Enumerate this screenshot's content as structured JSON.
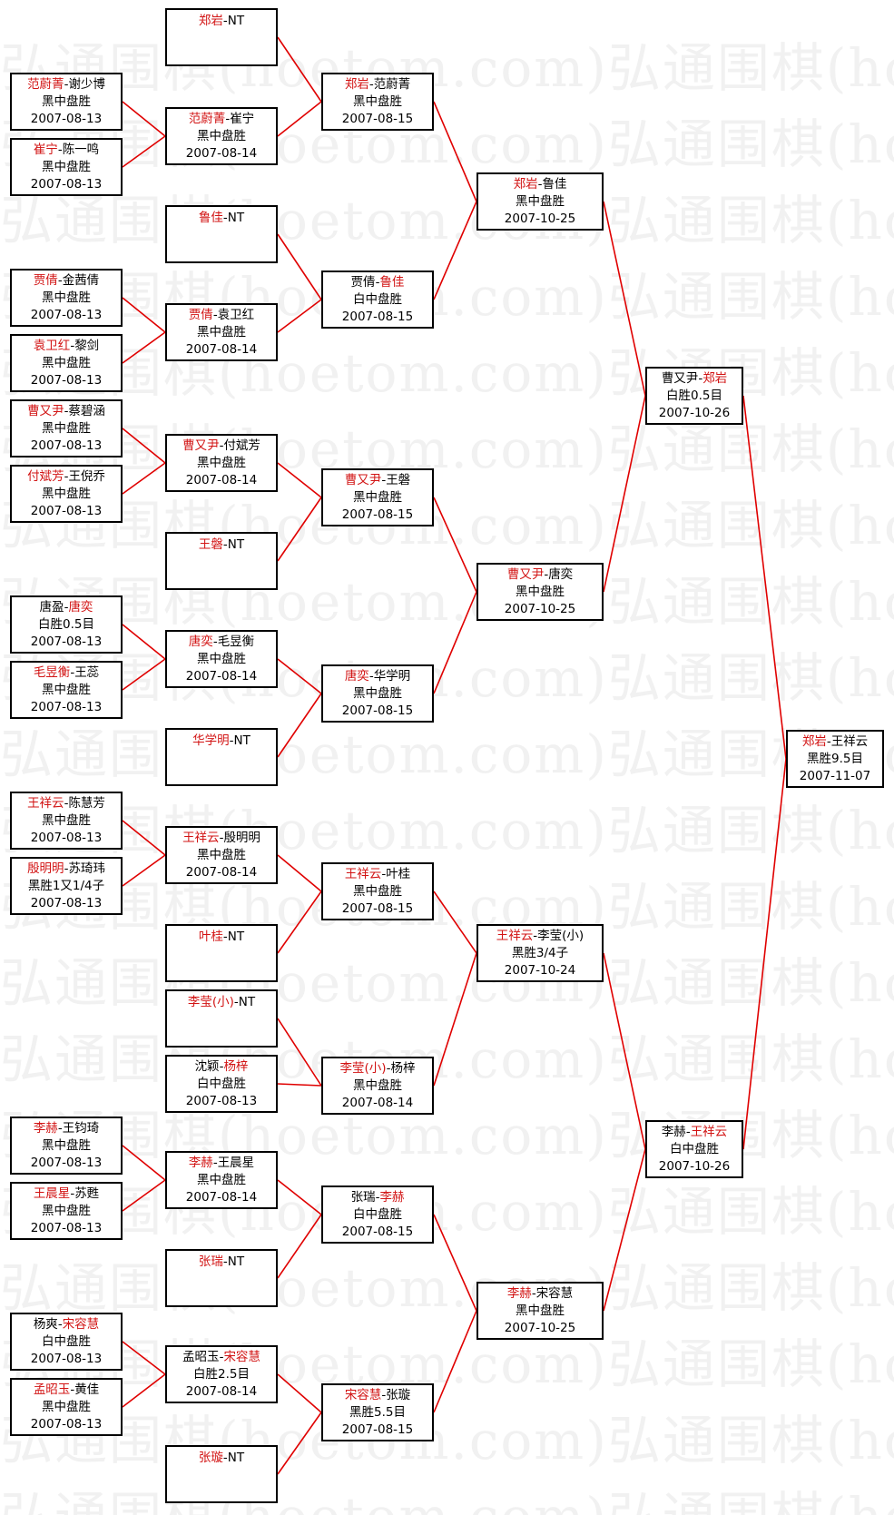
{
  "watermark": "弘通围棋(hoetom.com)弘通围棋(hoetom.com)",
  "colors": {
    "winner": "#d21414",
    "line": "#e00000",
    "box_border": "#000000",
    "watermark": "#f1f1f1"
  },
  "matches": [
    {
      "id": "r0_1",
      "p1": "范蔚菁",
      "p2": "谢少博",
      "w": 1,
      "res": "黑中盘胜",
      "date": "2007-08-13"
    },
    {
      "id": "r0_2",
      "p1": "崔宁",
      "p2": "陈一鸣",
      "w": 1,
      "res": "黑中盘胜",
      "date": "2007-08-13"
    },
    {
      "id": "r0_3",
      "p1": "贾倩",
      "p2": "金茜倩",
      "w": 1,
      "res": "黑中盘胜",
      "date": "2007-08-13"
    },
    {
      "id": "r0_4",
      "p1": "袁卫红",
      "p2": "黎剑",
      "w": 1,
      "res": "黑中盘胜",
      "date": "2007-08-13"
    },
    {
      "id": "r0_5",
      "p1": "曹又尹",
      "p2": "蔡碧涵",
      "w": 1,
      "res": "黑中盘胜",
      "date": "2007-08-13"
    },
    {
      "id": "r0_6",
      "p1": "付斌芳",
      "p2": "王倪乔",
      "w": 1,
      "res": "黑中盘胜",
      "date": "2007-08-13"
    },
    {
      "id": "r0_7",
      "p1": "唐盈",
      "p2": "唐奕",
      "w": 2,
      "res": "白胜0.5目",
      "date": "2007-08-13"
    },
    {
      "id": "r0_8",
      "p1": "毛昱衡",
      "p2": "王蕊",
      "w": 1,
      "res": "黑中盘胜",
      "date": "2007-08-13"
    },
    {
      "id": "r0_9",
      "p1": "王祥云",
      "p2": "陈慧芳",
      "w": 1,
      "res": "黑中盘胜",
      "date": "2007-08-13"
    },
    {
      "id": "r0_10",
      "p1": "殷明明",
      "p2": "苏琦玮",
      "w": 1,
      "res": "黑胜1又1/4子",
      "date": "2007-08-13"
    },
    {
      "id": "r0_11",
      "p1": "李赫",
      "p2": "王钧琦",
      "w": 1,
      "res": "黑中盘胜",
      "date": "2007-08-13"
    },
    {
      "id": "r0_12",
      "p1": "王晨星",
      "p2": "苏甦",
      "w": 1,
      "res": "黑中盘胜",
      "date": "2007-08-13"
    },
    {
      "id": "r0_13",
      "p1": "杨爽",
      "p2": "宋容慧",
      "w": 2,
      "res": "白中盘胜",
      "date": "2007-08-13"
    },
    {
      "id": "r0_14",
      "p1": "孟昭玉",
      "p2": "黄佳",
      "w": 1,
      "res": "黑中盘胜",
      "date": "2007-08-13"
    },
    {
      "id": "r1_1",
      "p1": "郑岩",
      "p2": "NT",
      "w": 1,
      "res": "",
      "date": ""
    },
    {
      "id": "r1_2",
      "p1": "范蔚菁",
      "p2": "崔宁",
      "w": 1,
      "res": "黑中盘胜",
      "date": "2007-08-14"
    },
    {
      "id": "r1_3",
      "p1": "鲁佳",
      "p2": "NT",
      "w": 1,
      "res": "",
      "date": ""
    },
    {
      "id": "r1_4",
      "p1": "贾倩",
      "p2": "袁卫红",
      "w": 1,
      "res": "黑中盘胜",
      "date": "2007-08-14"
    },
    {
      "id": "r1_5",
      "p1": "曹又尹",
      "p2": "付斌芳",
      "w": 1,
      "res": "黑中盘胜",
      "date": "2007-08-14"
    },
    {
      "id": "r1_6",
      "p1": "王磐",
      "p2": "NT",
      "w": 1,
      "res": "",
      "date": ""
    },
    {
      "id": "r1_7",
      "p1": "唐奕",
      "p2": "毛昱衡",
      "w": 1,
      "res": "黑中盘胜",
      "date": "2007-08-14"
    },
    {
      "id": "r1_8",
      "p1": "华学明",
      "p2": "NT",
      "w": 1,
      "res": "",
      "date": ""
    },
    {
      "id": "r1_9",
      "p1": "王祥云",
      "p2": "殷明明",
      "w": 1,
      "res": "黑中盘胜",
      "date": "2007-08-14"
    },
    {
      "id": "r1_10",
      "p1": "叶桂",
      "p2": "NT",
      "w": 1,
      "res": "",
      "date": ""
    },
    {
      "id": "r1_11",
      "p1": "李莹(小)",
      "p2": "NT",
      "w": 1,
      "res": "",
      "date": ""
    },
    {
      "id": "r1_12",
      "p1": "沈颖",
      "p2": "杨梓",
      "w": 2,
      "res": "白中盘胜",
      "date": "2007-08-13"
    },
    {
      "id": "r1_13",
      "p1": "李赫",
      "p2": "王晨星",
      "w": 1,
      "res": "黑中盘胜",
      "date": "2007-08-14"
    },
    {
      "id": "r1_14",
      "p1": "张瑞",
      "p2": "NT",
      "w": 1,
      "res": "",
      "date": ""
    },
    {
      "id": "r1_15",
      "p1": "孟昭玉",
      "p2": "宋容慧",
      "w": 2,
      "res": "白胜2.5目",
      "date": "2007-08-14"
    },
    {
      "id": "r1_16",
      "p1": "张璇",
      "p2": "NT",
      "w": 1,
      "res": "",
      "date": ""
    },
    {
      "id": "r2_1",
      "p1": "郑岩",
      "p2": "范蔚菁",
      "w": 1,
      "res": "黑中盘胜",
      "date": "2007-08-15"
    },
    {
      "id": "r2_2",
      "p1": "贾倩",
      "p2": "鲁佳",
      "w": 2,
      "res": "白中盘胜",
      "date": "2007-08-15"
    },
    {
      "id": "r2_3",
      "p1": "曹又尹",
      "p2": "王磐",
      "w": 1,
      "res": "黑中盘胜",
      "date": "2007-08-15"
    },
    {
      "id": "r2_4",
      "p1": "唐奕",
      "p2": "华学明",
      "w": 1,
      "res": "黑中盘胜",
      "date": "2007-08-15"
    },
    {
      "id": "r2_5",
      "p1": "王祥云",
      "p2": "叶桂",
      "w": 1,
      "res": "黑中盘胜",
      "date": "2007-08-15"
    },
    {
      "id": "r2_6",
      "p1": "李莹(小)",
      "p2": "杨梓",
      "w": 1,
      "res": "黑中盘胜",
      "date": "2007-08-14"
    },
    {
      "id": "r2_7",
      "p1": "张瑞",
      "p2": "李赫",
      "w": 2,
      "res": "白中盘胜",
      "date": "2007-08-15"
    },
    {
      "id": "r2_8",
      "p1": "宋容慧",
      "p2": "张璇",
      "w": 1,
      "res": "黑胜5.5目",
      "date": "2007-08-15"
    },
    {
      "id": "r3_1",
      "p1": "郑岩",
      "p2": "鲁佳",
      "w": 1,
      "res": "黑中盘胜",
      "date": "2007-10-25"
    },
    {
      "id": "r3_2",
      "p1": "曹又尹",
      "p2": "唐奕",
      "w": 1,
      "res": "黑中盘胜",
      "date": "2007-10-25"
    },
    {
      "id": "r3_3",
      "p1": "王祥云",
      "p2": "李莹(小)",
      "w": 1,
      "res": "黑胜3/4子",
      "date": "2007-10-24"
    },
    {
      "id": "r3_4",
      "p1": "李赫",
      "p2": "宋容慧",
      "w": 1,
      "res": "黑中盘胜",
      "date": "2007-10-25"
    },
    {
      "id": "r4_1",
      "p1": "曹又尹",
      "p2": "郑岩",
      "w": 2,
      "res": "白胜0.5目",
      "date": "2007-10-26"
    },
    {
      "id": "r4_2",
      "p1": "李赫",
      "p2": "王祥云",
      "w": 2,
      "res": "白中盘胜",
      "date": "2007-10-26"
    },
    {
      "id": "r5_1",
      "p1": "郑岩",
      "p2": "王祥云",
      "w": 1,
      "res": "黑胜9.5目",
      "date": "2007-11-07"
    }
  ]
}
